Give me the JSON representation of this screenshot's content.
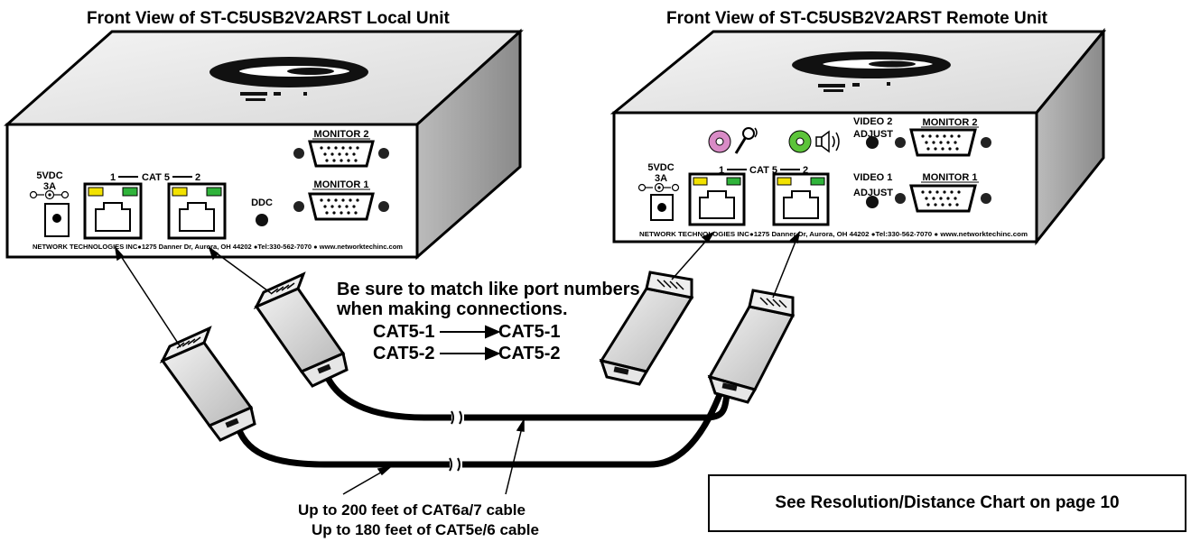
{
  "titles": {
    "local": "Front View of ST-C5USB2V2ARST Local Unit",
    "remote": "Front View of ST-C5USB2V2ARST Remote Unit"
  },
  "local_unit": {
    "power_label": "5VDC",
    "power_amps": "3A",
    "cat5_label": "1 ━━ CAT 5 ━━ 2",
    "cat_left_num": "1",
    "cat_mid": "CAT 5",
    "cat_right_num": "2",
    "ddc_label": "DDC",
    "monitor2_label": "MONITOR 2",
    "monitor1_label": "MONITOR 1",
    "footer": "NETWORK  TECHNOLOGIES INC●1275 Danner Dr, Aurora, OH 44202 ●Tel:330-562-7070 ● www.networktechinc.com"
  },
  "remote_unit": {
    "power_label": "5VDC",
    "power_amps": "3A",
    "cat_left_num": "1",
    "cat_mid": "CAT 5",
    "cat_right_num": "2",
    "video2_label": "VIDEO 2",
    "video1_label": "VIDEO 1",
    "adjust_label": "ADJUST",
    "monitor2_label": "MONITOR 2",
    "monitor1_label": "MONITOR 1",
    "footer": "NETWORK  TECHNOLOGIES INC●1275 Danner Dr, Aurora, OH 44202 ●Tel:330-562-7070 ● www.networktechinc.com"
  },
  "instructions": {
    "line1": "Be sure to match like port numbers",
    "line2": "when making connections.",
    "map1_from": "CAT5-1",
    "map1_to": "CAT5-1",
    "map2_from": "CAT5-2",
    "map2_to": "CAT5-2"
  },
  "cable_notes": {
    "line1": "Up to 200 feet of CAT6a/7 cable",
    "line2": "Up to 180 feet of CAT5e/6 cable"
  },
  "chart_note": "See Resolution/Distance Chart on page 10",
  "colors": {
    "led_yellow": "#f2e200",
    "led_green": "#2fb33a",
    "mic_jack": "#d98bc6",
    "audio_jack": "#5cc43a"
  },
  "icons": [
    "microphone-icon",
    "speaker-icon"
  ]
}
